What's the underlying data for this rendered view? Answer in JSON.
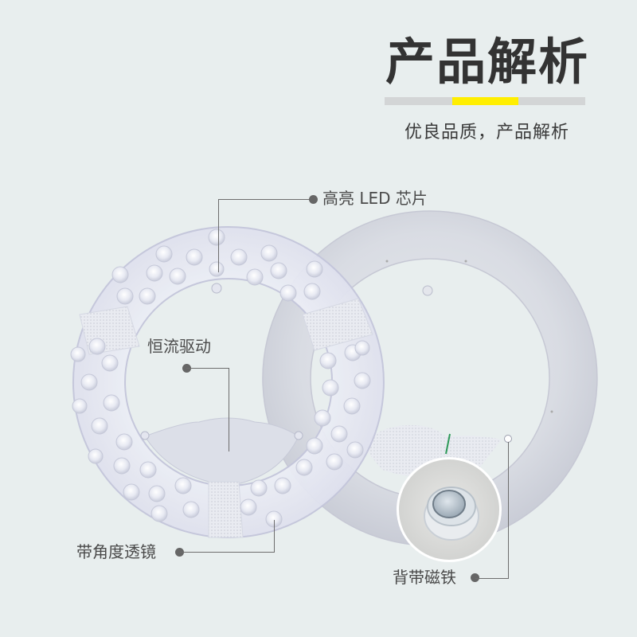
{
  "header": {
    "title": "产品解析",
    "subtitle": "优良品质，产品解析",
    "accent_color": "#FFEE00",
    "bar_color": "#D3D5D6"
  },
  "product": {
    "description": "LED ring light module (front LED board and back plate)",
    "callouts": [
      {
        "id": "led-chip",
        "label": "高亮 LED 芯片"
      },
      {
        "id": "driver",
        "label": "恒流驱动"
      },
      {
        "id": "lens",
        "label": "带角度透镜"
      },
      {
        "id": "magnet",
        "label": "背带磁铁"
      }
    ]
  },
  "colors": {
    "background": "#E8EEEE",
    "text_dark": "#333333",
    "label_text": "#4A4A4A",
    "leader_line": "#6D6D6D"
  }
}
